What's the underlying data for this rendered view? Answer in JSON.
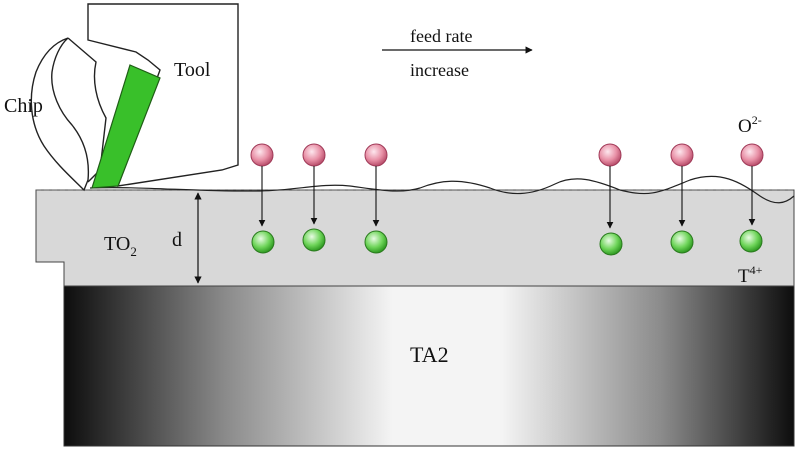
{
  "labels": {
    "chip": "Chip",
    "tool": "Tool",
    "feed_line1": "feed rate",
    "feed_line2": "increase",
    "oxide_base": "TO",
    "oxide_sub": "2",
    "thickness": "d",
    "oxygen_base": "O",
    "oxygen_sup": "2-",
    "titanium_base": "T",
    "titanium_sup": "4+",
    "substrate": "TA2"
  },
  "colors": {
    "tool_insert": "#39c02a",
    "oxygen_ion": "#e68aa0",
    "titanium_ion": "#5fcf4a",
    "oxide_layer": "#d9d9d9",
    "substrate_dark": "#111111",
    "substrate_light": "#f2f2f2",
    "outline": "#222222"
  },
  "ions": {
    "oxygen_count": 6,
    "titanium_count": 6
  }
}
